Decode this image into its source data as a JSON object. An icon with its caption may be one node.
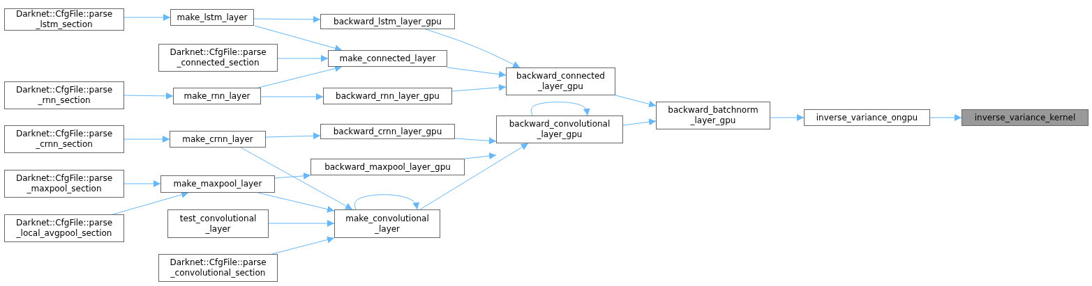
{
  "diagram": {
    "nodes": [
      {
        "text": [
          "inverse_variance_kernel"
        ]
      },
      {
        "text": [
          "inverse_variance_ongpu"
        ]
      },
      {
        "text": [
          "backward_batchnorm _layer_gpu"
        ]
      },
      {
        "text": [
          "backward_connected _layer_gpu"
        ]
      },
      {
        "text": [
          "backward_convolutional _layer_gpu"
        ]
      },
      {
        "text": [
          "backward_lstm_layer_gpu"
        ]
      },
      {
        "text": [
          "make_connected_layer"
        ]
      },
      {
        "text": [
          "backward_rnn_layer_gpu"
        ]
      },
      {
        "text": [
          "backward_crnn_layer_gpu"
        ]
      },
      {
        "text": [
          "backward_maxpool_layer_gpu"
        ]
      },
      {
        "text": [
          "make_convolutional _layer"
        ]
      },
      {
        "text": [
          "make_lstm_layer"
        ]
      },
      {
        "text": [
          "make_rnn_layer"
        ]
      },
      {
        "text": [
          "make_crnn_layer"
        ]
      },
      {
        "text": [
          "make_maxpool_layer"
        ]
      },
      {
        "text": [
          "Darknet::CfgFile::parse _lstm_section"
        ]
      },
      {
        "text": [
          "Darknet::CfgFile::parse _connected_section"
        ]
      },
      {
        "text": [
          "Darknet::CfgFile::parse _rnn_section"
        ]
      },
      {
        "text": [
          "Darknet::CfgFile::parse _crnn_section"
        ]
      },
      {
        "text": [
          "Darknet::CfgFile::parse _maxpool_section"
        ]
      },
      {
        "text": [
          "Darknet::CfgFile::parse _local_avgpool_section"
        ]
      },
      {
        "text": [
          "test_convolutional _layer"
        ]
      },
      {
        "text": [
          "Darknet::CfgFile::parse _convolutional_section"
        ]
      }
    ],
    "edges": [
      {
        "from": 1,
        "to": 0,
        "arrow": "to"
      },
      {
        "from": 2,
        "to": 1,
        "arrow": "to"
      },
      {
        "from": 3,
        "to": 2,
        "arrow": "to"
      },
      {
        "from": 4,
        "to": 2,
        "arrow": "to"
      },
      {
        "from": 5,
        "to": 3,
        "arrow": "to"
      },
      {
        "from": 6,
        "to": 3,
        "arrow": "to"
      },
      {
        "from": 7,
        "to": 3,
        "arrow": "to"
      },
      {
        "from": 4,
        "to": 4,
        "arrow": "to"
      },
      {
        "from": 8,
        "to": 4,
        "arrow": "to"
      },
      {
        "from": 9,
        "to": 4,
        "arrow": "to"
      },
      {
        "from": 10,
        "to": 4,
        "arrow": "to"
      },
      {
        "from": 11,
        "to": 5,
        "arrow": "to"
      },
      {
        "from": 11,
        "to": 6,
        "arrow": "to"
      },
      {
        "from": 16,
        "to": 6,
        "arrow": "to"
      },
      {
        "from": 12,
        "to": 6,
        "arrow": "to"
      },
      {
        "from": 12,
        "to": 7,
        "arrow": "to"
      },
      {
        "from": 13,
        "to": 8,
        "arrow": "to"
      },
      {
        "from": 13,
        "to": 10,
        "arrow": "to"
      },
      {
        "from": 14,
        "to": 9,
        "arrow": "to"
      },
      {
        "from": 14,
        "to": 10,
        "arrow": "to"
      },
      {
        "from": 10,
        "to": 10,
        "arrow": "to"
      },
      {
        "from": 21,
        "to": 10,
        "arrow": "to"
      },
      {
        "from": 22,
        "to": 10,
        "arrow": "to"
      },
      {
        "from": 15,
        "to": 11,
        "arrow": "to"
      },
      {
        "from": 17,
        "to": 12,
        "arrow": "to"
      },
      {
        "from": 18,
        "to": 13,
        "arrow": "to"
      },
      {
        "from": 19,
        "to": 14,
        "arrow": "to"
      },
      {
        "from": 20,
        "to": 14,
        "arrow": "to"
      }
    ]
  }
}
